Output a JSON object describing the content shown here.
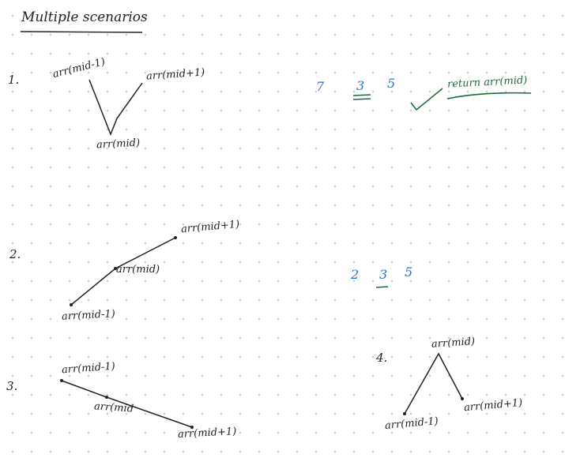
{
  "title": "Multiple scenarios",
  "scenario1": {
    "number": "1.",
    "left": "arr(mid-1)",
    "right": "arr(mid+1)",
    "bottom": "arr(mid)",
    "example": [
      "7",
      "3",
      "5"
    ],
    "result": "return arr(mid)"
  },
  "scenario2": {
    "number": "2.",
    "top": "arr(mid+1)",
    "middle": "arr(mid)",
    "bottom": "arr(mid-1)",
    "example": [
      "2",
      "3",
      "5"
    ]
  },
  "scenario3": {
    "number": "3.",
    "top": "arr(mid-1)",
    "middle": "arr(mid",
    "bottom": "arr(mid+1)"
  },
  "scenario4": {
    "number": "4.",
    "top": "arr(mid)",
    "left": "arr(mid-1)",
    "right": "arr(mid+1)"
  },
  "colors": {
    "ink": "#222222",
    "blue": "#2f6fd0",
    "green": "#1b6b3a"
  }
}
